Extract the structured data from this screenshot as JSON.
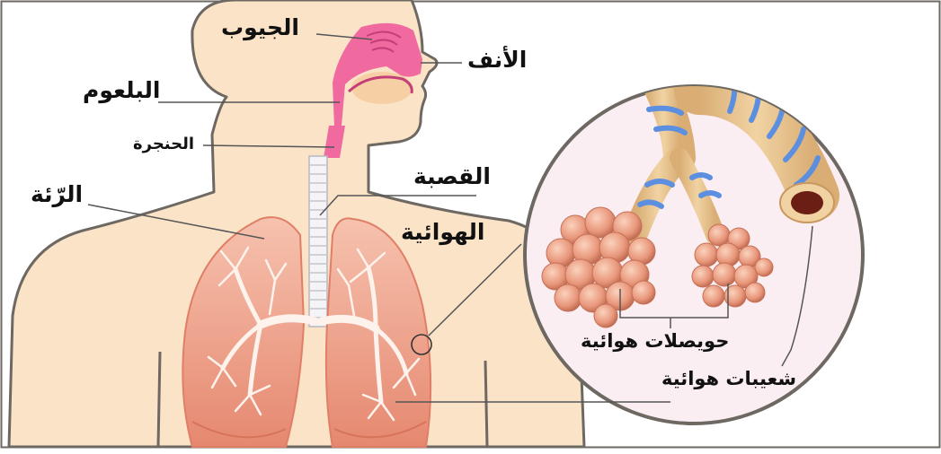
{
  "labels": {
    "sinuses": "الجيوب",
    "nose": "الأنف",
    "pharynx": "البلعوم",
    "larynx": "الحنجرة",
    "lung": "الرّئة",
    "trachea_line1": "القصبة",
    "trachea_line2": "الهوائية",
    "alveoli": "حويصلات هوائية",
    "bronchioles": "شعيبات هوائية"
  },
  "colors": {
    "skin": "#fbe3c8",
    "outline": "#6e6862",
    "airway": "#f06aa0",
    "lung": "#f2a48c",
    "lung_dark": "#e68870",
    "bronchiole_tube": "#e6c08a",
    "bronchiole_ring": "#5c8fe0",
    "alveolus": "#e8967a",
    "zoom_bg": "#fbeef2",
    "leader": "#555555"
  }
}
